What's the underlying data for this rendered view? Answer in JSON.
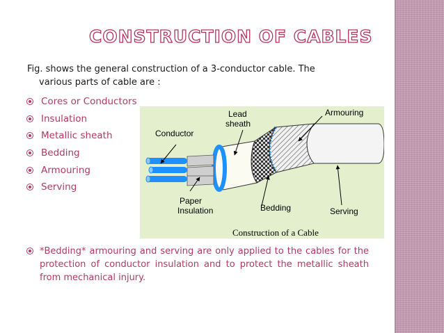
{
  "slide": {
    "title": "CONSTRUCTION OF CABLES",
    "intro_line1": "Fig.  shows the general construction of a 3-conductor cable.  The",
    "intro_line2": "various parts of cable  are :",
    "parts": [
      "Cores or Conductors",
      "Insulation",
      "Metallic sheath",
      "Bedding",
      "Armouring",
      "Serving"
    ],
    "note": "*Bedding* armouring and serving are only applied to the cables for the protection of conductor insulation and to protect the metallic sheath from mechanical injury."
  },
  "figure": {
    "labels": {
      "conductor": "Conductor",
      "lead": "Lead",
      "sheath": "sheath",
      "armouring": "Armouring",
      "paper": "Paper",
      "insulation": "Insulation",
      "bedding": "Bedding",
      "serving": "Serving"
    },
    "caption": "Construction of a Cable"
  },
  "colors": {
    "accent": "#b03a63",
    "title_outline": "#b5345e",
    "side_band": "#c7a0b4",
    "figure_bg": "#e4efcd",
    "conductor_blue": "#1e90ff"
  }
}
